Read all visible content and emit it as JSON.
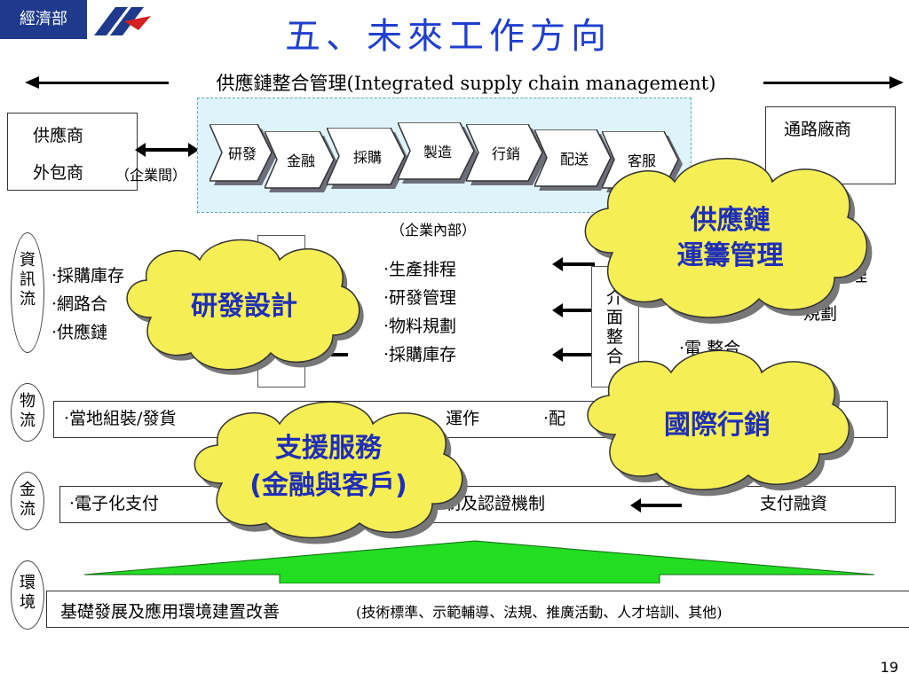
{
  "header": {
    "badge": "經濟部"
  },
  "title": "五、未來工作方向",
  "subtitle": "供應鏈整合管理(Integrated supply chain management)",
  "left_box": {
    "line1": "供應商",
    "line2": "外包商",
    "note": "（企業間）"
  },
  "right_box": {
    "line1": "通路廠商"
  },
  "process_steps": [
    "研發",
    "金融",
    "採購",
    "製造",
    "行銷",
    "配送",
    "客服"
  ],
  "internal_note": "（企業內部）",
  "rows": {
    "info": {
      "label": "資訊流",
      "left_items": [
        "·採購庫存",
        "·網路合",
        "·供應鏈"
      ],
      "middle_items": [
        "·生產排程",
        "·研發管理",
        "·物料規劃",
        "·採購庫存"
      ],
      "interface_label": "介面整合",
      "right_items": [
        "理",
        "規劃",
        "·電 整合"
      ]
    },
    "logistics": {
      "label": "物流",
      "items": [
        "·當地組裝/發貨",
        "運作",
        "·配"
      ]
    },
    "finance": {
      "label": "金流",
      "items": [
        "·電子化支付",
        "制及認證機制",
        "支付融資"
      ]
    },
    "environment": {
      "label": "環境",
      "text_main": "基礎發展及應用環境建置改善",
      "text_detail": "(技術標準、示範輔導、法規、推廣活動、人才培訓、其他)"
    }
  },
  "clouds": {
    "rd": "研發設計",
    "scm_line1": "供應鏈",
    "scm_line2": "運籌管理",
    "support_line1": "支援服務",
    "support_line2": "(金融與客戶)",
    "marketing": "國際行銷"
  },
  "page_number": "19",
  "colors": {
    "title": "#1f3fcf",
    "cloud_fill": "#f5ee55",
    "cloud_text": "#1f2fb8",
    "arrow_green": "#22dd22",
    "badge": "#1f3a8c"
  }
}
